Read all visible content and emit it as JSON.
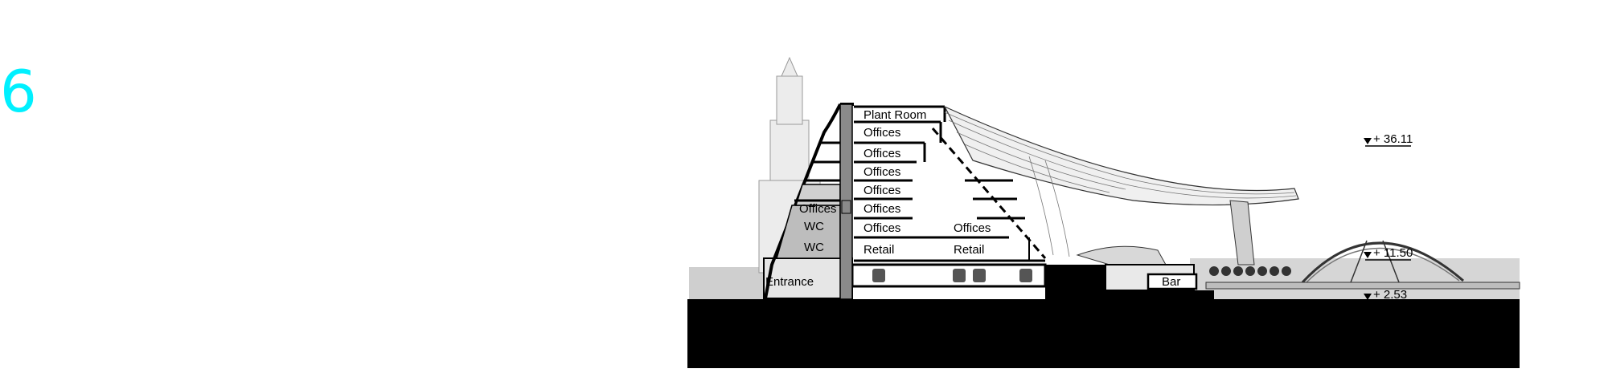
{
  "sheet": {
    "number": "6"
  },
  "colors": {
    "accent": "#00f0ff",
    "ground": "#000000",
    "line": "#000000",
    "shade": "#b8b8b8"
  },
  "rooms": [
    {
      "id": "plant-room",
      "label": "Plant Room"
    },
    {
      "id": "offices-l8",
      "label": "Offices"
    },
    {
      "id": "offices-l7",
      "label": "Offices"
    },
    {
      "id": "offices-l6",
      "label": "Offices"
    },
    {
      "id": "offices-l5",
      "label": "Offices"
    },
    {
      "id": "offices-l4",
      "label": "Offices"
    },
    {
      "id": "offices-l3",
      "label": "Offices"
    },
    {
      "id": "offices-l3-east",
      "label": "Offices"
    },
    {
      "id": "offices-west",
      "label": "Offices"
    },
    {
      "id": "wc-upper",
      "label": "WC"
    },
    {
      "id": "wc-lower",
      "label": "WC"
    },
    {
      "id": "retail-west",
      "label": "Retail"
    },
    {
      "id": "retail-east",
      "label": "Retail"
    },
    {
      "id": "entrance",
      "label": "Entrance"
    },
    {
      "id": "bar",
      "label": "Bar"
    }
  ],
  "levels": [
    {
      "id": "level-top",
      "label": "+ 36.11"
    },
    {
      "id": "level-mid",
      "label": "+ 11.50"
    },
    {
      "id": "level-low",
      "label": "+ 2.53"
    }
  ]
}
